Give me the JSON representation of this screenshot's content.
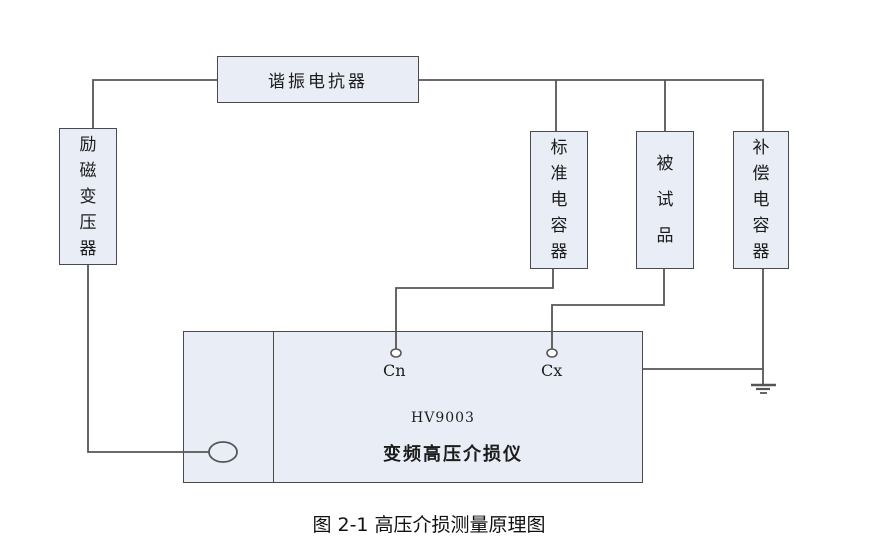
{
  "figure_caption": "图 2-1 高压介损测量原理图",
  "blocks": {
    "resonant_reactor": "谐振电抗器",
    "excitation_transformer": "励磁变压器",
    "standard_capacitor": "标准电容器",
    "test_specimen": "被试品",
    "compensation_capacitor": "补偿电容器"
  },
  "instrument": {
    "model": "HV9003",
    "name": "变频高压介损仪",
    "terminal_cn": "Cn",
    "terminal_cx": "Cx"
  },
  "colors": {
    "box_fill": "#e9eef6",
    "box_border": "#4a4a4a",
    "wire": "#555555",
    "text": "#1c1c1c"
  }
}
